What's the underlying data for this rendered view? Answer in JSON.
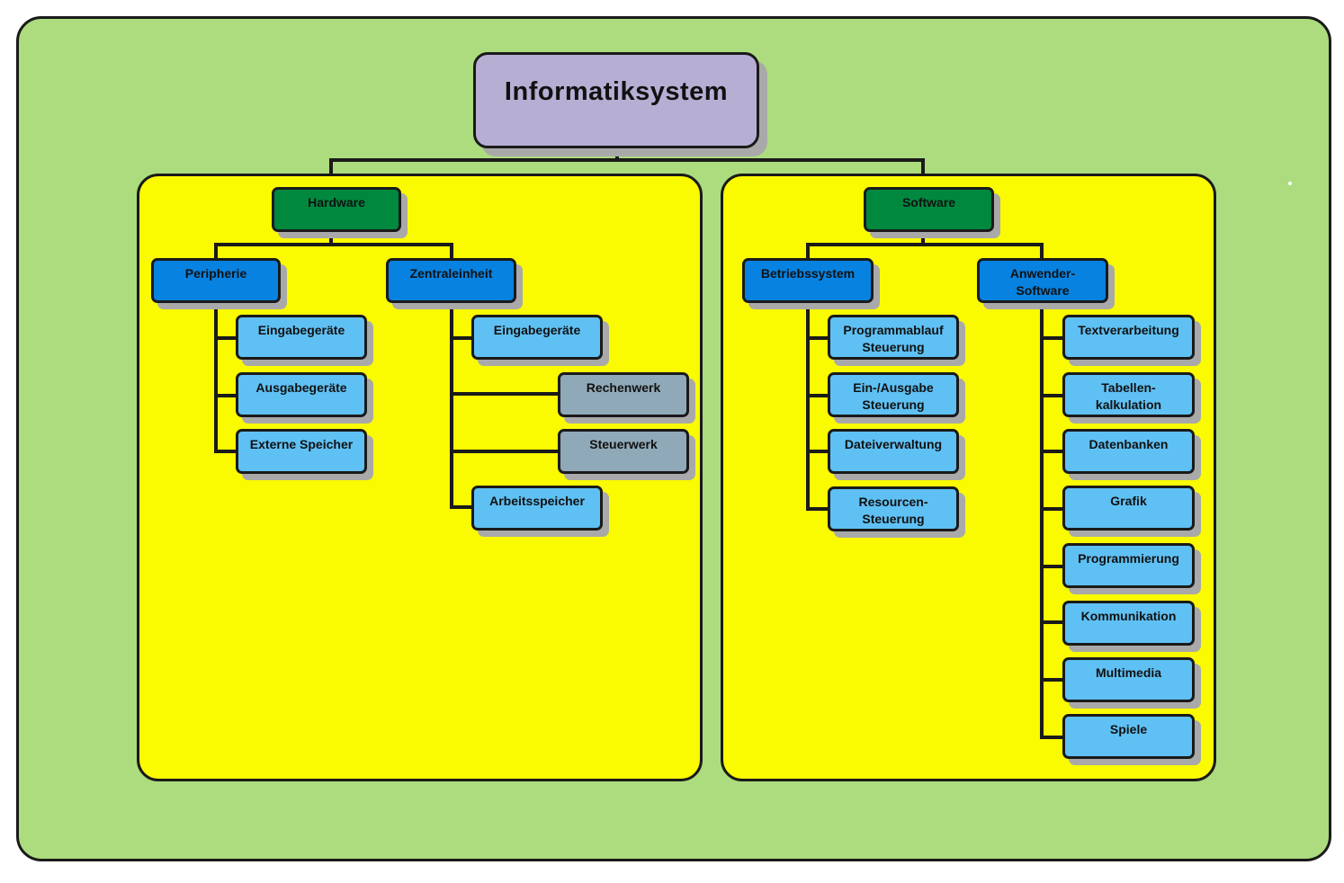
{
  "root": "Informatiksystem",
  "hardware": {
    "title": "Hardware",
    "peripherie": {
      "title": "Peripherie",
      "items": [
        "Eingabegeräte",
        "Ausgabegeräte",
        "Externe Speicher"
      ]
    },
    "zentraleinheit": {
      "title": "Zentraleinheit",
      "items": [
        "Eingabegeräte",
        "Rechenwerk",
        "Steuerwerk",
        "Arbeitsspeicher"
      ]
    }
  },
  "software": {
    "title": "Software",
    "betriebssystem": {
      "title": "Betriebssystem",
      "items": [
        "Programmablauf\nSteuerung",
        "Ein-/Ausgabe\nSteuerung",
        "Dateiverwaltung",
        "Resourcen-\nSteuerung"
      ]
    },
    "anwender": {
      "title": "Anwender-\nSoftware",
      "items": [
        "Textverarbeitung",
        "Tabellen-\nkalkulation",
        "Datenbanken",
        "Grafik",
        "Programmierung",
        "Kommunikation",
        "Multimedia",
        "Spiele"
      ]
    }
  },
  "colors": {
    "background": "#acdc7e",
    "panel": "#fafa00",
    "root_box": "#b7aed4",
    "category_box": "#00883f",
    "group_box": "#0782e0",
    "item_box": "#5fc0f3",
    "cpu_unit_box": "#8fa9b8"
  }
}
